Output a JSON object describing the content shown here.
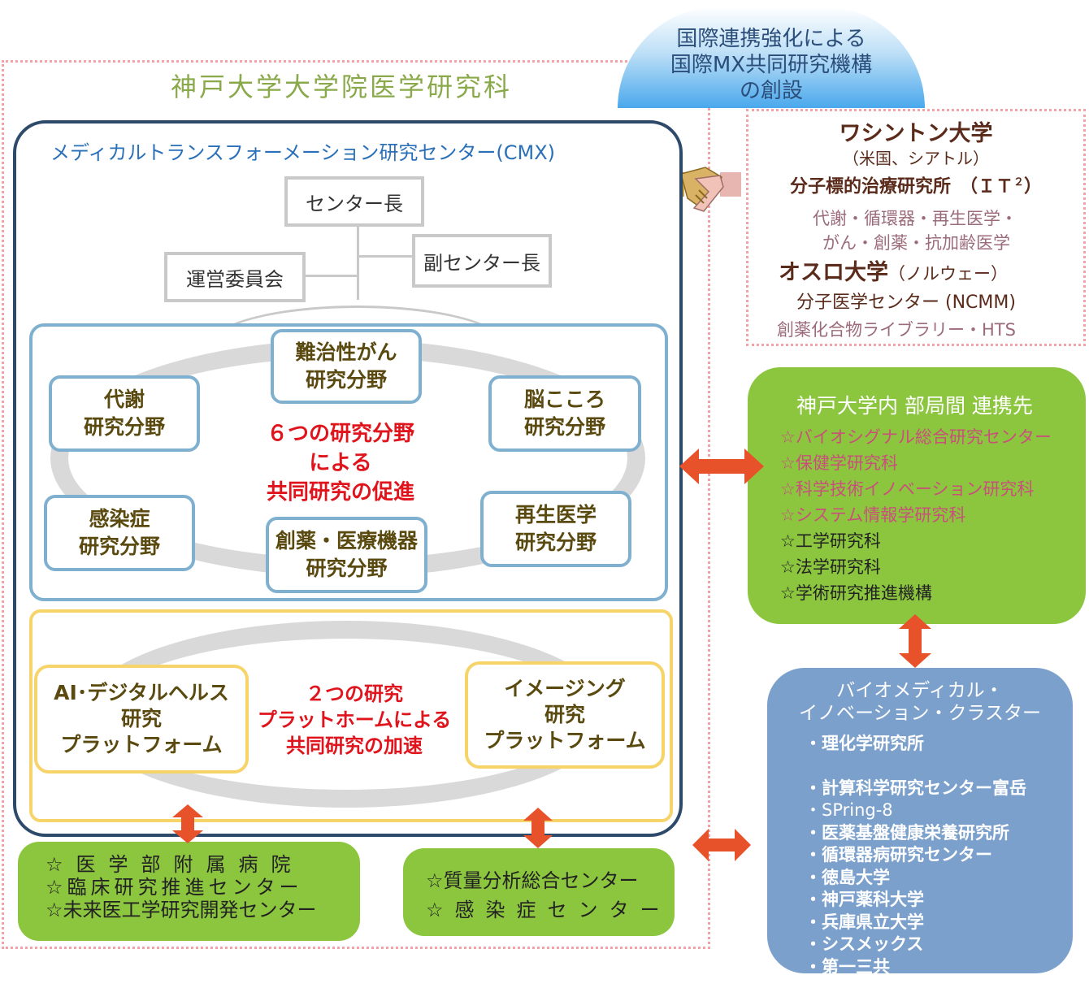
{
  "graduate_school": "神戸大学大学院医学研究科",
  "international": {
    "title_lines": [
      "国際連携強化による",
      "国際MX共同研究機構",
      "の創設"
    ]
  },
  "partners": {
    "washington": {
      "name": "ワシントン大学",
      "location": "（米国、シアトル）",
      "institute": "分子標的治療研究所　（ＩＴ",
      "institute_sup": "２",
      "institute_end": "）",
      "fields_1": "代謝・循環器・再生医学・",
      "fields_2": "がん・創薬・抗加齢医学"
    },
    "oslo": {
      "name": "オスロ大学",
      "location": "（ノルウェー）",
      "institute": "分子医学センター (NCMM)",
      "fields": "創薬化合物ライブラリー・HTS"
    }
  },
  "cmx": {
    "title": "メディカルトランスフォーメーション研究センター(CMX)",
    "director": "センター長",
    "vice_director": "副センター長",
    "committee": "運営委員会",
    "fields": {
      "cancer": [
        "難治性がん",
        "研究分野"
      ],
      "metabolism": [
        "代謝",
        "研究分野"
      ],
      "brain": [
        "脳こころ",
        "研究分野"
      ],
      "infection": [
        "感染症",
        "研究分野"
      ],
      "regenerative": [
        "再生医学",
        "研究分野"
      ],
      "drug": [
        "創薬・医療機器",
        "研究分野"
      ]
    },
    "fields_center": [
      "６つの研究分野",
      "による",
      "共同研究の促進"
    ],
    "platforms": {
      "ai": [
        "AI･デジタルヘルス",
        "研究",
        "プラットフォーム"
      ],
      "imaging": [
        "イメージング",
        "研究",
        "プラットフォーム"
      ]
    },
    "platforms_center": [
      "２つの研究",
      "プラットホームによる",
      "共同研究の加速"
    ]
  },
  "hospital_box": [
    "☆医学部附属病院",
    "☆臨床研究推進センター",
    "☆未来医工学研究開発センター"
  ],
  "center_box": [
    "☆質量分析総合センター",
    "☆感染症センター"
  ],
  "internal": {
    "title": "神戸大学内 部局間 連携先",
    "items_pink": [
      "☆バイオシグナル総合研究センター",
      "☆保健学研究科",
      "☆科学技術イノベーション研究科",
      "☆システム情報学研究科"
    ],
    "items_black": [
      "☆工学研究科",
      "☆法学研究科",
      "☆学術研究推進機構"
    ]
  },
  "cluster": {
    "title_lines": [
      "バイオメディカル・",
      "イノベーション・クラスター"
    ],
    "items_first": [
      "・理化学研究所"
    ],
    "items": [
      "・計算科学研究センター富岳",
      "・SPring-8",
      "・医薬基盤健康栄養研究所",
      "・循環器病研究センター",
      "・徳島大学",
      "・神戸薬科大学",
      "・兵庫県立大学",
      "・シスメックス",
      "・第一三共"
    ]
  },
  "colors": {
    "green": "#8cc63f",
    "blue": "#7ba0cc",
    "navy": "#2e4a6b",
    "arrow": "#e8522a",
    "pink_text": "#c8507a",
    "mauve_text": "#9b6b7a",
    "brown_text": "#5a2a1a"
  }
}
